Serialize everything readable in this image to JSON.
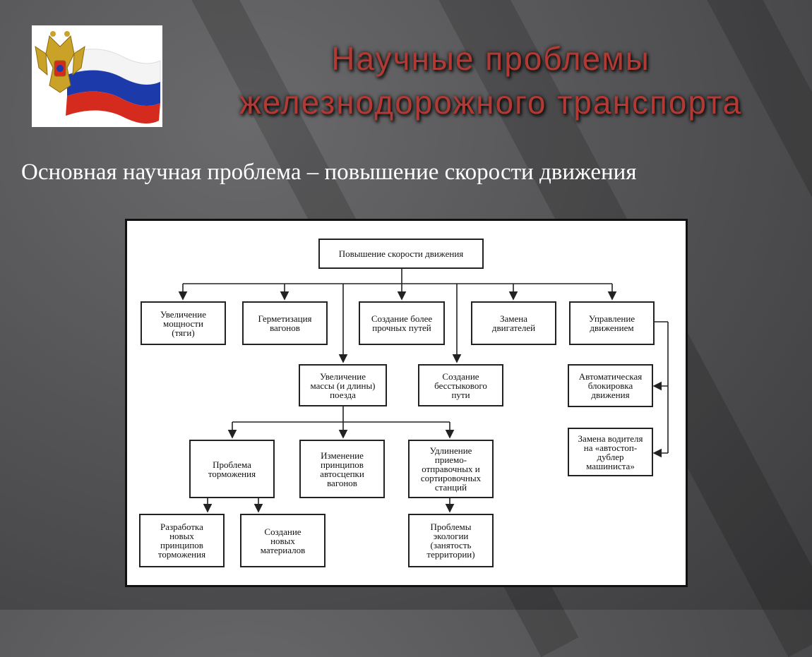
{
  "title": {
    "line1": "Научные проблемы",
    "line2": "железнодорожного транспорта"
  },
  "subtitle": "Основная научная проблема – повышение скорости движения",
  "logo": {
    "icon": "russian-flag-emblem-icon",
    "colors": {
      "white": "#ffffff",
      "blue": "#1c3aa9",
      "red": "#d52b1e",
      "gold": "#c9a227"
    }
  },
  "accent_color": "#b13a35",
  "diagram": {
    "nodes": {
      "root": "Повышение скорости движения",
      "power": "Увеличение\nмощности\n(тяги)",
      "sealing": "Герметизация\nвагонов",
      "tracks": "Создание более\nпрочных путей",
      "engines": "Замена\nдвигателей",
      "control": "Управление\nдвижением",
      "mass": "Увеличение\nмассы (и длины)\nпоезда",
      "jointless": "Создание\nбесстыкового\nпути",
      "autoblock": "Автоматическая\nблокировка\nдвижения",
      "driver": "Замена водителя\nна «автостоп-\nдублер\nмашиниста»",
      "braking": "Проблема\nторможения",
      "coupling": "Изменение\nпринципов\nавтосцепки\nвагонов",
      "stations": "Удлинение\nприемо-\nотправочных и\nсортировочных\nстанций",
      "brake_principles": "Разработка\nновых\nпринципов\nторможения",
      "materials": "Создание\nновых\nматериалов",
      "ecology": "Проблемы\nэкологии\n(занятость\nтерритории)"
    }
  }
}
